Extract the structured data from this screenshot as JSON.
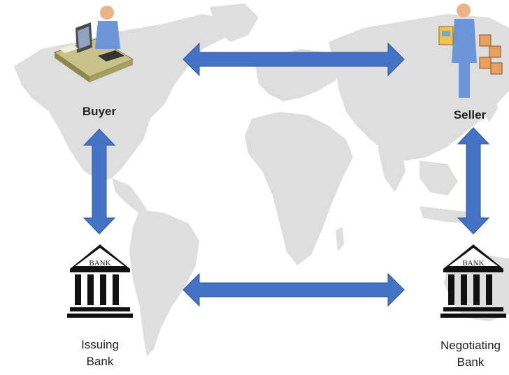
{
  "nodes": {
    "buyer": {
      "label": "Buyer"
    },
    "seller": {
      "label": "Seller"
    },
    "issuing_bank": {
      "line1": "Issuing",
      "line2": "Bank",
      "sign": "BANK"
    },
    "negotiating_bank": {
      "line1": "Negotiating",
      "line2": "Bank",
      "sign": "BANK"
    }
  },
  "colors": {
    "arrow": "#4472C4",
    "arrow_edge": "#2F5597",
    "map": "#DEDEDE",
    "bank": "#111111"
  },
  "icons": [
    "world-map",
    "buyer-computer-icon",
    "seller-goods-icon",
    "bank-icon",
    "double-arrow-icon"
  ]
}
